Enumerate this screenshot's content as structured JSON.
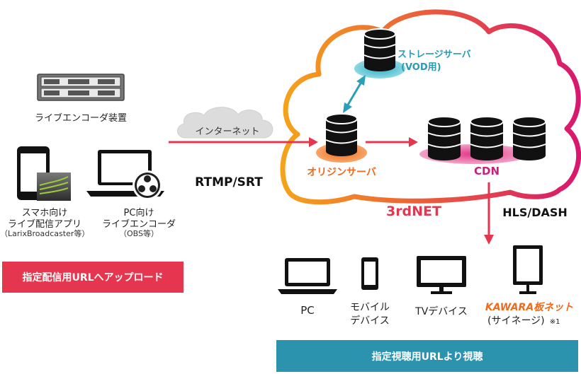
{
  "colors": {
    "accent_red": "#e4364f",
    "teal": "#2a9ab3",
    "magenta": "#c8217a",
    "orange": "#f08a1a",
    "banner_teal": "#2b93ae",
    "kawara_orange": "#ef6a1c"
  },
  "encoder": {
    "label": "ライブエンコーダ装置",
    "icon": "rack-server-icon"
  },
  "smartphone": {
    "line1": "スマホ向け",
    "line2": "ライブ配信アプリ",
    "line3": "（LarixBroadcaster等）",
    "icon": "smartphone-icon"
  },
  "pc_encoder": {
    "line1": "PC向け",
    "line2": "ライブエンコーダ",
    "line3": "（OBS等）",
    "icon": "laptop-obs-icon"
  },
  "upload_banner": "指定配信用URLへアップロード",
  "internet": "インターネット",
  "protocol_in": "RTMP/SRT",
  "cloud": {
    "name": "3rdNET",
    "storage_line1": "ストレージサーバ",
    "storage_line2": "(VOD用)",
    "origin": "オリジンサーバ",
    "cdn": "CDN"
  },
  "protocol_out": "HLS/DASH",
  "devices": {
    "pc": "PC",
    "mobile_line1": "モバイル",
    "mobile_line2": "デバイス",
    "tv": "TVデバイス",
    "kawara_brand": "KAWARA板ネット",
    "kawara_sub": "(サイネージ)",
    "kawara_note": "※1"
  },
  "view_banner": "指定視聴用URLより視聴"
}
